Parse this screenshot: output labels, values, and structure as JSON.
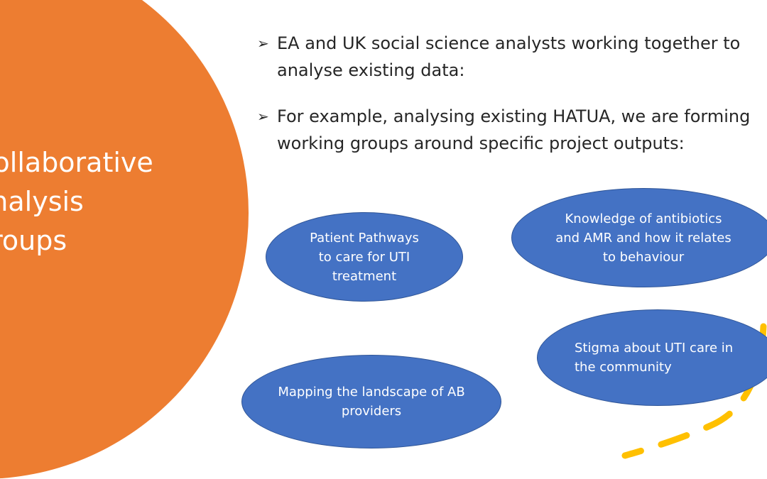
{
  "slide": {
    "title_lines": [
      "Collaborative",
      "analysis",
      "groups"
    ],
    "bullet_marker": "➢",
    "bullets": [
      "EA and UK social science analysts working together to analyse existing data:",
      "For example, analysing existing HATUA, we are forming working groups around specific project outputs:"
    ],
    "groups": [
      "Patient Pathways to care for UTI treatment",
      "Knowledge of antibiotics and AMR and how it relates to behaviour",
      "Stigma about UTI care in the community",
      "Mapping the landscape of AB providers"
    ]
  },
  "colors": {
    "circle": "#ed7d31",
    "oval_fill": "#4472c4",
    "oval_border": "#2f5597",
    "dashed_arc": "#ffc000",
    "text_dark": "#262626"
  }
}
